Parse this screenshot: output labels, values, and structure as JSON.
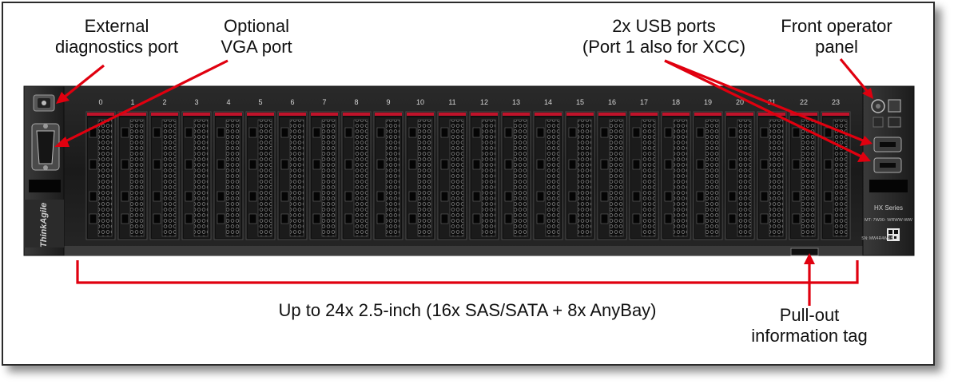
{
  "callouts": {
    "diagnostics": "External\ndiagnostics port",
    "vga": "Optional\nVGA port",
    "usb": "2x USB ports\n(Port 1 also for XCC)",
    "operator_panel": "Front operator\npanel",
    "drive_bays": "Up to 24x 2.5-inch (16x SAS/SATA + 8x AnyBay)",
    "info_tag": "Pull-out\ninformation tag"
  },
  "server": {
    "left_ear_brand": "ThinkAgile",
    "right_ear_series": "HX Series",
    "right_ear_mt": "MT: 7W00-\nWRWW-WW",
    "right_ear_sn": "SN:\nMW4R4WRB",
    "bay_numbers": [
      "0",
      "1",
      "2",
      "3",
      "4",
      "5",
      "6",
      "7",
      "8",
      "9",
      "10",
      "11",
      "12",
      "13",
      "14",
      "15",
      "16",
      "17",
      "18",
      "19",
      "20",
      "21",
      "22",
      "23"
    ]
  },
  "colors": {
    "callout_red": "#e0000f",
    "chassis": "#1e1e1e",
    "bay_accent": "#c0132a"
  }
}
